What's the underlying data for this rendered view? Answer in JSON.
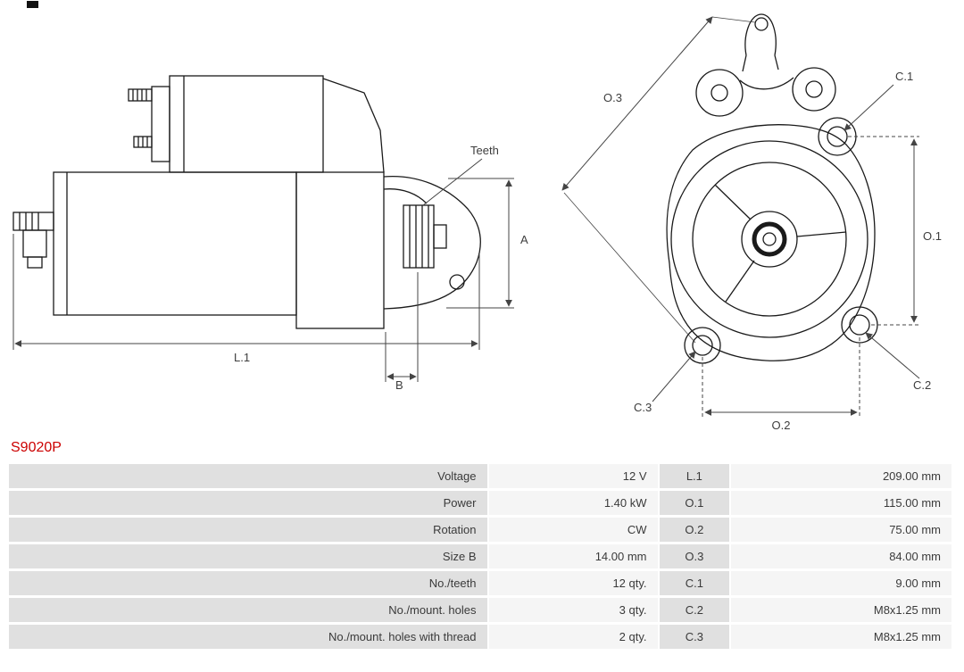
{
  "part_number": "S9020P",
  "colors": {
    "part_number_text": "#cc0000",
    "table_label_bg": "#e0e0e0",
    "table_value_bg": "#f5f5f5",
    "drawing_line": "#1a1a1a"
  },
  "diagram": {
    "side_view": {
      "teeth_label": "Teeth",
      "dim_a": "A",
      "dim_l1": "L.1",
      "dim_b": "B"
    },
    "front_view": {
      "dim_o1": "O.1",
      "dim_o2": "O.2",
      "dim_o3": "O.3",
      "dim_c1": "C.1",
      "dim_c2": "C.2",
      "dim_c3": "C.3"
    }
  },
  "spec_table": {
    "rows": [
      {
        "label": "Voltage",
        "value": "12 V",
        "dim": "L.1",
        "dim_value": "209.00 mm"
      },
      {
        "label": "Power",
        "value": "1.40 kW",
        "dim": "O.1",
        "dim_value": "115.00 mm"
      },
      {
        "label": "Rotation",
        "value": "CW",
        "dim": "O.2",
        "dim_value": "75.00 mm"
      },
      {
        "label": "Size B",
        "value": "14.00 mm",
        "dim": "O.3",
        "dim_value": "84.00 mm"
      },
      {
        "label": "No./teeth",
        "value": "12 qty.",
        "dim": "C.1",
        "dim_value": "9.00 mm"
      },
      {
        "label": "No./mount. holes",
        "value": "3 qty.",
        "dim": "C.2",
        "dim_value": "M8x1.25 mm"
      },
      {
        "label": "No./mount. holes with thread",
        "value": "2 qty.",
        "dim": "C.3",
        "dim_value": "M8x1.25 mm"
      }
    ]
  }
}
